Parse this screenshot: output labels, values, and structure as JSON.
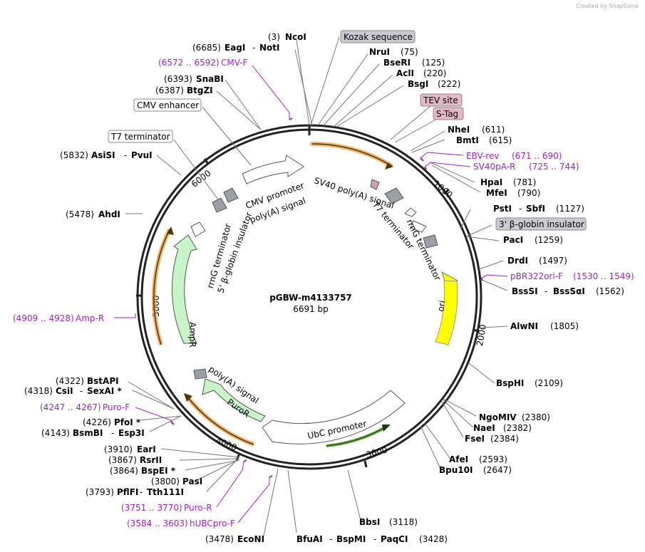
{
  "watermark": "Created by SnapGene",
  "plasmid": {
    "name": "pGBW-m4133757",
    "size": "6691 bp"
  },
  "ticks": [
    "1000",
    "2000",
    "3000",
    "4000",
    "5000",
    "6000"
  ],
  "top_sites": [
    {
      "pos": "(3)",
      "name": "NcoI"
    }
  ],
  "left_sites": [
    {
      "pos": "(6685)",
      "name": "EagI",
      "name2": "NotI"
    },
    {
      "pos": "(6393)",
      "name": "SnaBI"
    },
    {
      "pos": "(6387)",
      "name": "BtgZI"
    },
    {
      "pos": "(5832)",
      "name": "AsiSI",
      "name2": "PvuI"
    },
    {
      "pos": "(5478)",
      "name": "AhdI"
    },
    {
      "pos": "(4322)",
      "name": "BstAPI"
    },
    {
      "pos": "(4318)",
      "name": "CsiI",
      "name2": "SexAI *"
    },
    {
      "pos": "(4226)",
      "name": "PfoI *"
    },
    {
      "pos": "(4143)",
      "name": "BsmBI",
      "name2": "Esp3I"
    },
    {
      "pos": "(3910)",
      "name": "EarI"
    },
    {
      "pos": "(3867)",
      "name": "RsrII"
    },
    {
      "pos": "(3864)",
      "name": "BspEI *"
    },
    {
      "pos": "(3800)",
      "name": "PasI"
    },
    {
      "pos": "(3793)",
      "name": "PflFI",
      "name2": "Tth111I"
    },
    {
      "pos": "(3478)",
      "name": "EcoNI"
    }
  ],
  "right_sites": [
    {
      "name": "NruI",
      "pos": "(75)"
    },
    {
      "name": "BseRI",
      "pos": "(125)"
    },
    {
      "name": "AclI",
      "pos": "(220)"
    },
    {
      "name": "BsgI",
      "pos": "(222)"
    },
    {
      "name": "NheI",
      "pos": "(611)"
    },
    {
      "name": "BmtI",
      "pos": "(615)"
    },
    {
      "name": "HpaI",
      "pos": "(781)"
    },
    {
      "name": "MfeI",
      "pos": "(790)"
    },
    {
      "name": "PstI",
      "name2": "SbfI",
      "pos": "(1127)"
    },
    {
      "name": "PacI",
      "pos": "(1259)"
    },
    {
      "name": "DrdI",
      "pos": "(1497)"
    },
    {
      "name": "BssSI",
      "name2": "BssSαI",
      "pos": "(1562)"
    },
    {
      "name": "AlwNI",
      "pos": "(1805)"
    },
    {
      "name": "BspHI",
      "pos": "(2109)"
    },
    {
      "name": "NgoMIV",
      "pos": "(2380)"
    },
    {
      "name": "NaeI",
      "pos": "(2382)"
    },
    {
      "name": "FseI",
      "pos": "(2384)"
    },
    {
      "name": "AfeI",
      "pos": "(2593)"
    },
    {
      "name": "Bpu10I",
      "pos": "(2647)"
    },
    {
      "name": "BbsI",
      "pos": "(3118)"
    }
  ],
  "bottom_site": {
    "name": "BfuAI",
    "name2": "BspMI",
    "name3": "PaqCI",
    "pos": "(3428)"
  },
  "primers": [
    {
      "range": "(6572 .. 6592)",
      "name": "CMV-F"
    },
    {
      "range": "(671 .. 690)",
      "name": "EBV-rev"
    },
    {
      "range": "(725 .. 744)",
      "name": "SV40pA-R"
    },
    {
      "range": "(1530 .. 1549)",
      "name": "pBR322ori-F"
    },
    {
      "range": "(4909 .. 4928)",
      "name": "Amp-R"
    },
    {
      "range": "(4247 .. 4267)",
      "name": "Puro-F"
    },
    {
      "range": "(3751 .. 3770)",
      "name": "Puro-R"
    },
    {
      "range": "(3584 .. 3603)",
      "name": "hUBCpro-F"
    }
  ],
  "boxed_features": [
    {
      "name": "Kozak sequence",
      "style": "gray"
    },
    {
      "name": "TEV site",
      "style": "pink"
    },
    {
      "name": "S-Tag",
      "style": "pink"
    },
    {
      "name": "3' β-globin insulator",
      "style": "gray"
    },
    {
      "name": "CMV enhancer",
      "style": "white"
    },
    {
      "name": "T7 terminator",
      "style": "white"
    }
  ],
  "map_features": [
    "CMV promoter",
    "poly(A) signal",
    "SV40 poly(A) signal",
    "T7 terminator",
    "rrnG terminator",
    "ori",
    "UbC promoter",
    "PuroR",
    "poly(A) signal",
    "AmpR",
    "rrnG terminator",
    "5' β-globin insulator"
  ],
  "colors": {
    "backbone": "#222222",
    "primer": "#a020d0",
    "ori": "#ffff00",
    "resistance": "#c8f5c8",
    "orf_orange": "#f0a040",
    "orf_green": "#5aa830",
    "pink_feature": "#e0b0c0",
    "gray_feature": "#9aa0a8"
  }
}
